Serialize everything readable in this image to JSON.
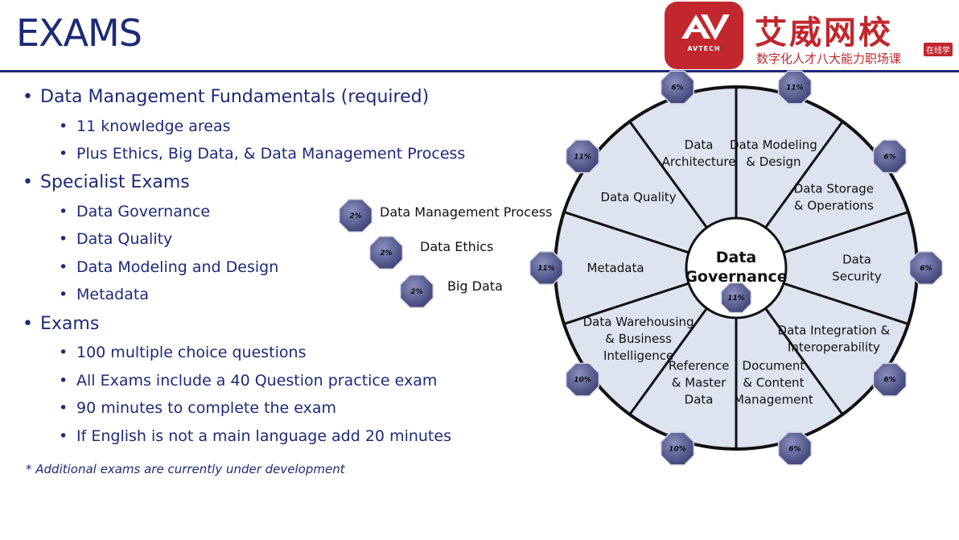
{
  "title": "EXAMS",
  "logo": {
    "mark": "AV",
    "sub": "AVTECH",
    "cn_name": "艾威网校",
    "slogan": "数字化人才八大能力职场课",
    "tag": "在线学"
  },
  "bullets": {
    "fundamentals": "Data Management Fundamentals (required)",
    "fundamentals_items": [
      "11 knowledge areas",
      "Plus Ethics, Big Data, & Data Management Process"
    ],
    "specialist": "Specialist Exams",
    "specialist_items": [
      "Data Governance",
      "Data Quality",
      "Data Modeling and Design",
      "Metadata"
    ],
    "exams": "Exams",
    "exams_items": [
      "100 multiple choice questions",
      "All Exams include a 40 Question practice exam",
      "90 minutes to complete the exam",
      "If English is not a main language add 20 minutes"
    ]
  },
  "footnote": "* Additional exams are currently under development",
  "extras": [
    {
      "label": "Data Management Process",
      "pct": "2%"
    },
    {
      "label": "Data Ethics",
      "pct": "2%"
    },
    {
      "label": "Big Data",
      "pct": "2%"
    }
  ],
  "wheel": {
    "center_line1": "Data",
    "center_line2": "Governance",
    "center_pct": "11%",
    "segments": [
      {
        "lines": [
          "Data Modeling",
          "& Design"
        ],
        "pct": "11%"
      },
      {
        "lines": [
          "Data Storage",
          "& Operations"
        ],
        "pct": "6%"
      },
      {
        "lines": [
          "Data",
          "Security"
        ],
        "pct": "6%"
      },
      {
        "lines": [
          "Data Integration &",
          "Interoperability"
        ],
        "pct": "6%"
      },
      {
        "lines": [
          "Document",
          "& Content",
          "Management"
        ],
        "pct": "6%"
      },
      {
        "lines": [
          "Reference",
          "& Master",
          "Data"
        ],
        "pct": "10%"
      },
      {
        "lines": [
          "Data Warehousing",
          "& Business",
          "Intelligence"
        ],
        "pct": "10%"
      },
      {
        "lines": [
          "Metadata"
        ],
        "pct": "11%"
      },
      {
        "lines": [
          "Data Quality"
        ],
        "pct": "11%"
      },
      {
        "lines": [
          "Data",
          "Architecture"
        ],
        "pct": "6%"
      }
    ]
  },
  "colors": {
    "title": "#1c2a78",
    "brand": "#c1272d",
    "wheel_fill": "#dde3ef",
    "badge": "#4b5184"
  }
}
